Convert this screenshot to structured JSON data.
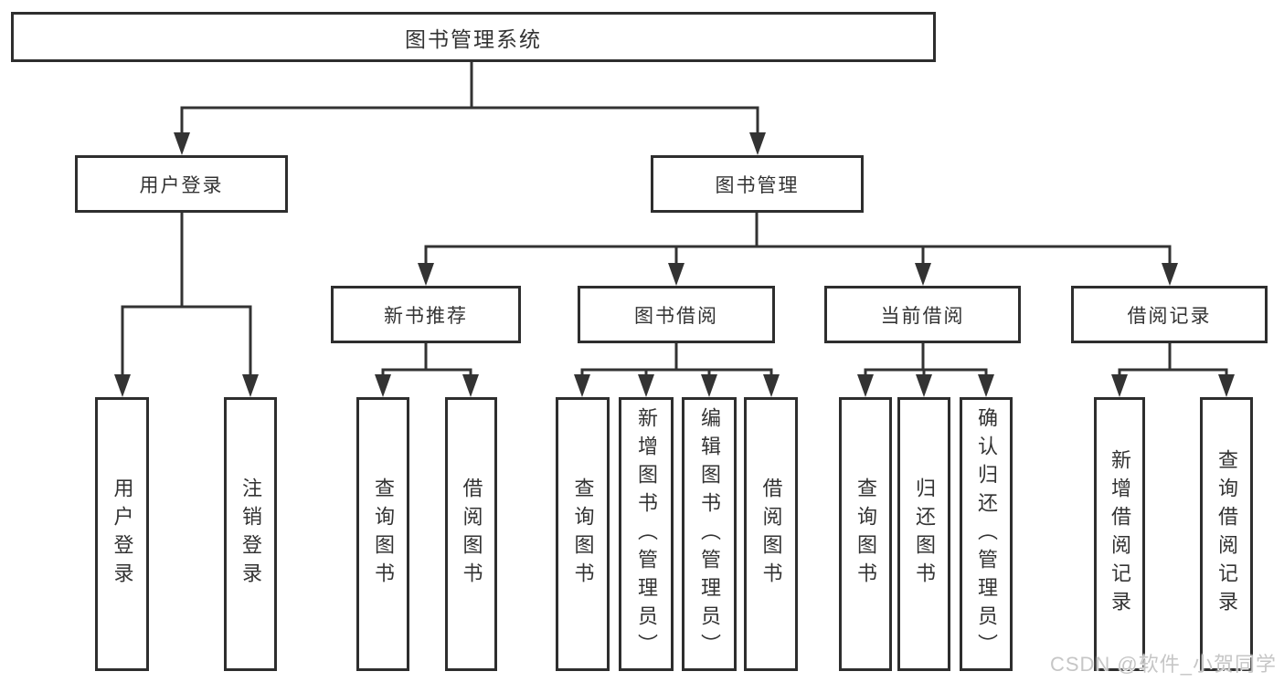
{
  "diagram": {
    "root": {
      "label": "图书管理系统"
    },
    "level1": [
      {
        "label": "用户登录"
      },
      {
        "label": "图书管理"
      }
    ],
    "level2": [
      {
        "label": "新书推荐"
      },
      {
        "label": "图书借阅"
      },
      {
        "label": "当前借阅"
      },
      {
        "label": "借阅记录"
      }
    ],
    "leaves": {
      "user_login": [
        {
          "label": "用户登录"
        },
        {
          "label": "注销登录"
        }
      ],
      "new_books": [
        {
          "label": "查询图书"
        },
        {
          "label": "借阅图书"
        }
      ],
      "book_borrow": [
        {
          "label": "查询图书"
        },
        {
          "label": "新增图书（管理员）"
        },
        {
          "label": "编辑图书（管理员）"
        },
        {
          "label": "借阅图书"
        }
      ],
      "current_borrow": [
        {
          "label": "查询图书"
        },
        {
          "label": "归还图书"
        },
        {
          "label": "确认归还（管理员）"
        }
      ],
      "records": [
        {
          "label": "新增借阅记录"
        },
        {
          "label": "查询借阅记录"
        }
      ]
    }
  },
  "watermark": {
    "text": "CSDN @软件_小贺同学"
  },
  "colors": {
    "line": "#333333",
    "box_border": "#2e2e2e",
    "text": "#333333",
    "background": "#ffffff",
    "watermark": "#c6c6c6"
  }
}
